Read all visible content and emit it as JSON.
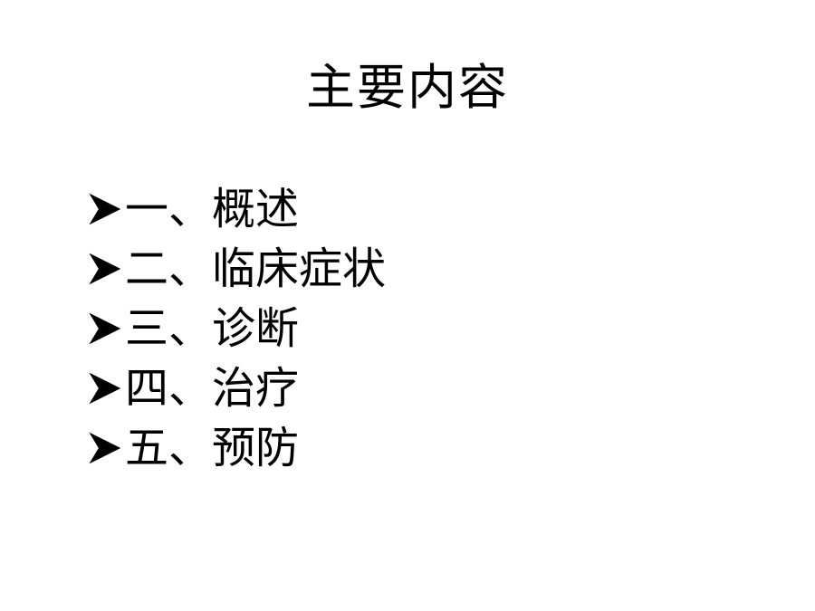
{
  "slide": {
    "title": "主要内容",
    "items": [
      {
        "label": "一、概述",
        "icon": "arrowhead-bullet-icon"
      },
      {
        "label": "二、临床症状",
        "icon": "arrowhead-bullet-icon"
      },
      {
        "label": "三、诊断",
        "icon": "arrowhead-bullet-icon"
      },
      {
        "label": "四、治疗",
        "icon": "arrowhead-bullet-icon"
      },
      {
        "label": "五、预防",
        "icon": "arrowhead-bullet-icon"
      }
    ]
  },
  "colors": {
    "background": "#ffffff",
    "text": "#000000"
  }
}
